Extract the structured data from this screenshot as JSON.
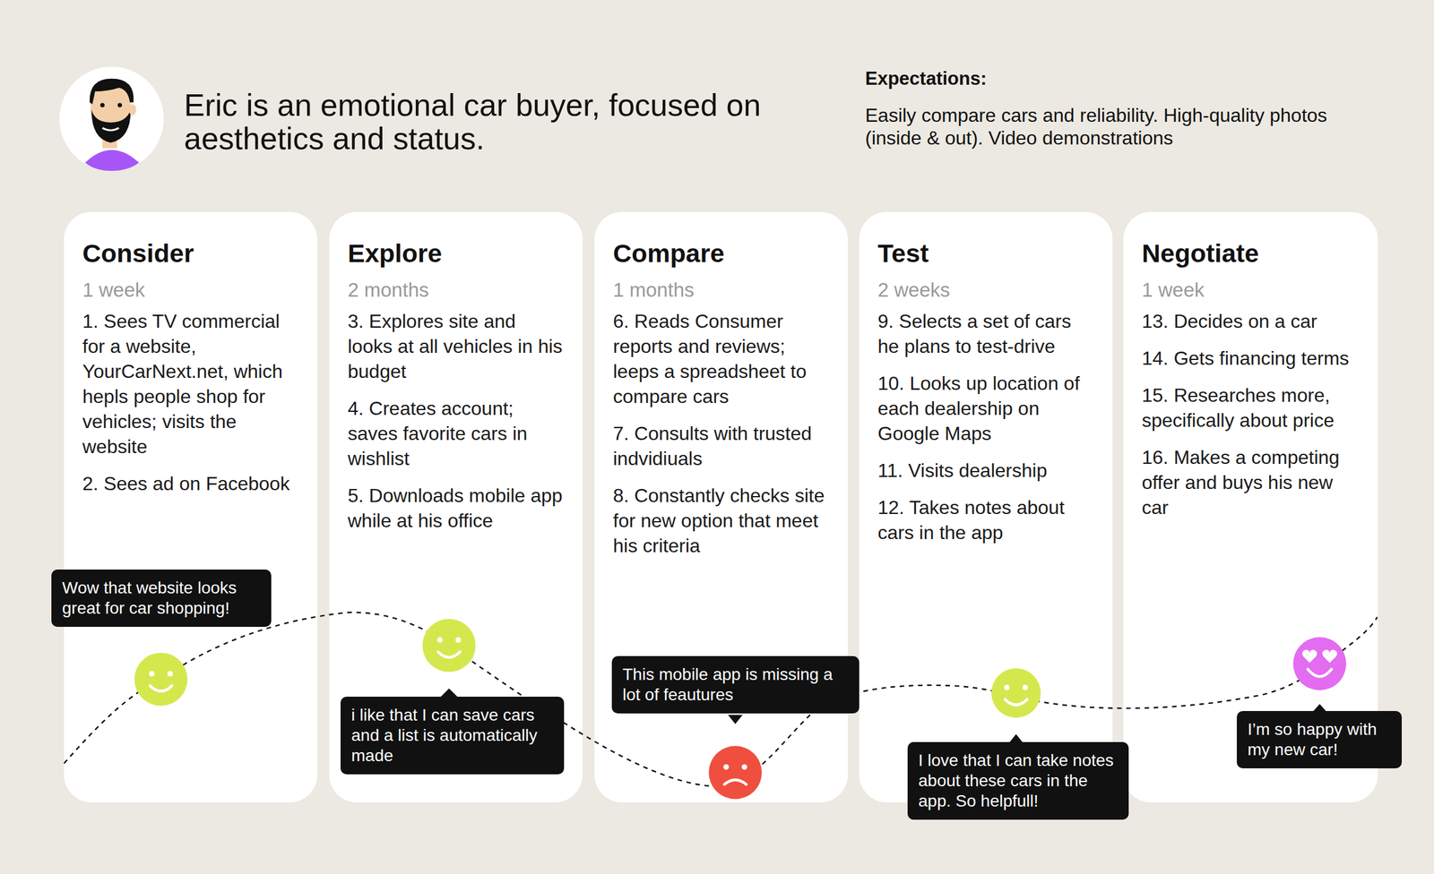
{
  "diagram": {
    "title": "Eric is an emotional car buyer, focused on aesthetics and status.",
    "nodes": [
      {
        "text": [
          "Consider",
          "1 week",
          "1. Sees TV commercial for a website, YourCarNext.net, which hepls people shop for vehicles; visits the website",
          "2. Sees ad on Facebook"
        ]
      },
      {
        "text": [
          "Explore",
          "2 months",
          "3. Explores site and looks at all vehicles in his budget",
          "4. Creates account; saves favorite cars in wishlist",
          "5. Downloads mobile app while at his office"
        ]
      },
      {
        "text": [
          "Compare",
          "1 months",
          "6. Reads Consumer reports and reviews; leeps a spreadsheet to compare cars",
          "7. Consults with trusted indvidiuals",
          "8. Constantly checks site for new option that meet his criteria"
        ]
      },
      {
        "text": [
          "Test",
          "2 weeks",
          "9. Selects a set of cars he plans to test-drive",
          "10. Looks up location of each dealership on Google Maps",
          "11. Visits dealership",
          "12. Takes notes about cars in the app"
        ]
      },
      {
        "text": [
          "Negotiate",
          "1 week",
          "13. Decides on a car",
          "14. Gets financing terms",
          "15. Researches more, specifically about price",
          "16. Makes a competing offer and buys his new car"
        ]
      },
      {
        "text": [
          "Wow that website looks great for car shopping!"
        ]
      },
      {
        "text": [
          "i like that I can save cars and a list is automatically made"
        ]
      },
      {
        "text": [
          "This mobile app is missing a lot of feautures"
        ]
      },
      {
        "text": [
          "I love that I can take notes about these cars in the app. So helpfull!"
        ]
      },
      {
        "text": [
          "I’m so happy with my new car!"
        ]
      }
    ],
    "labels": [
      "Expectations:",
      "Easily compare cars and reliability. High-quality photos (inside & out). Video demonstrations"
    ]
  }
}
